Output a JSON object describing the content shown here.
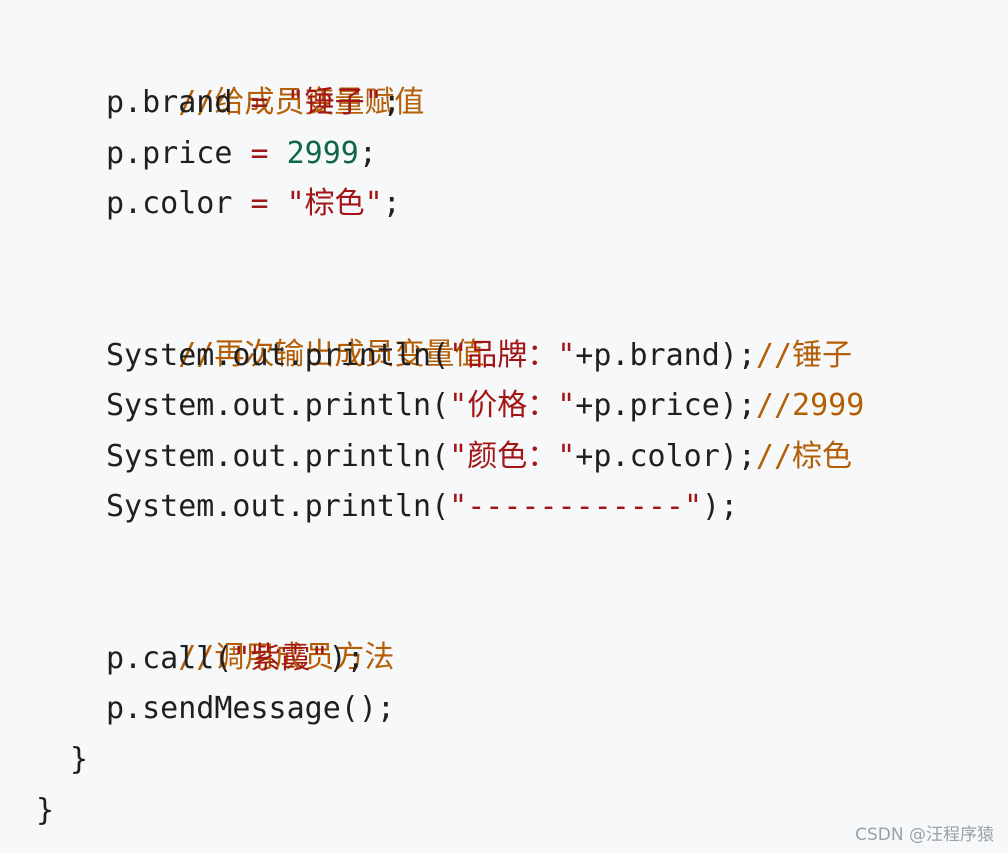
{
  "code": {
    "comment_assign": "//给成员变量赋值",
    "line_brand": {
      "obj": "p.brand",
      "op": "=",
      "value": "\"锤子\"",
      "end": ";"
    },
    "line_price": {
      "obj": "p.price",
      "op": "=",
      "value": "2999",
      "end": ";"
    },
    "line_color": {
      "obj": "p.color",
      "op": "=",
      "value": "\"棕色\"",
      "end": ";"
    },
    "comment_print": "//再次输出成员变量值",
    "print_brand": {
      "call": "System.out.println(",
      "str": "\"品牌：\"",
      "rest": "+p.brand);",
      "comment": "//锤子"
    },
    "print_price": {
      "call": "System.out.println(",
      "str": "\"价格：\"",
      "rest": "+p.price);",
      "comment": "//2999"
    },
    "print_color": {
      "call": "System.out.println(",
      "str": "\"颜色：\"",
      "rest": "+p.color);",
      "comment": "//棕色"
    },
    "print_sep": {
      "call": "System.out.println(",
      "str": "\"------------\"",
      "rest": ");"
    },
    "comment_method": "//调用成员方法",
    "call_line": {
      "call": "p.call(",
      "str": "\"紫霞\"",
      "rest": ");"
    },
    "send_line": "p.sendMessage();",
    "brace_inner": "}",
    "brace_outer": "}"
  },
  "colors": {
    "background": "#f6f8fa",
    "comment": "#b45f06",
    "string": "#a31515",
    "number": "#116644",
    "operator": "#981a1a",
    "text": "#1f1f1f"
  },
  "watermark": "CSDN @汪程序猿"
}
